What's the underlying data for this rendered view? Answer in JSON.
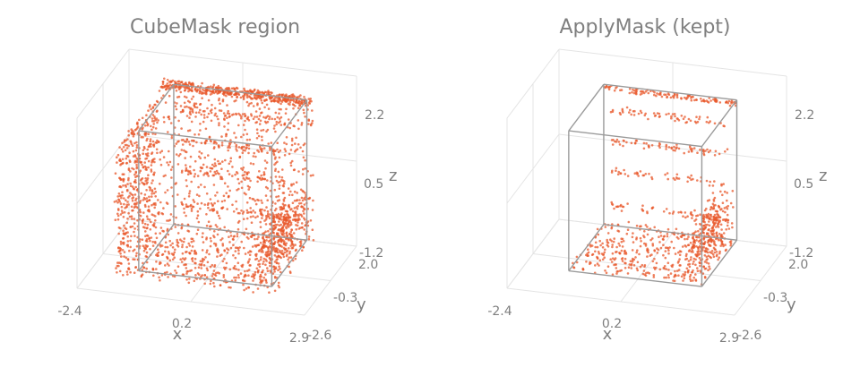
{
  "chart_data": [
    {
      "type": "scatter3d",
      "title": "CubeMask region",
      "xlabel": "x",
      "ylabel": "y",
      "zlabel": "z",
      "x_ticks": [
        "-2.4",
        "0.2",
        "2.9"
      ],
      "y_ticks": [
        "2.0",
        "-0.3",
        "-2.6"
      ],
      "z_ticks": [
        "2.2",
        "0.5",
        "-1.2"
      ],
      "xlim": [
        -2.4,
        2.9
      ],
      "ylim": [
        -2.6,
        2.0
      ],
      "zlim": [
        -1.2,
        2.2
      ],
      "grid": true,
      "point_color": "#e8572a",
      "box_color": "#9a9a9a",
      "cube_mask": {
        "x": [
          -1.2,
          1.9
        ],
        "y": [
          -1.7,
          1.4
        ],
        "z": [
          -1.0,
          1.8
        ]
      },
      "points": "full room scan (floor, walls, shelving, cabinets)"
    },
    {
      "type": "scatter3d",
      "title": "ApplyMask (kept)",
      "xlabel": "x",
      "ylabel": "y",
      "zlabel": "z",
      "x_ticks": [
        "-2.4",
        "0.2",
        "2.9"
      ],
      "y_ticks": [
        "2.0",
        "-0.3",
        "-2.6"
      ],
      "z_ticks": [
        "2.2",
        "0.5",
        "-1.2"
      ],
      "xlim": [
        -2.4,
        2.9
      ],
      "ylim": [
        -2.6,
        2.0
      ],
      "zlim": [
        -1.2,
        2.2
      ],
      "grid": true,
      "point_color": "#e8572a",
      "box_color": "#9a9a9a",
      "cube_mask": {
        "x": [
          -1.2,
          1.9
        ],
        "y": [
          -1.7,
          1.4
        ],
        "z": [
          -1.0,
          1.8
        ]
      },
      "points": "only points inside the cube mask"
    }
  ]
}
